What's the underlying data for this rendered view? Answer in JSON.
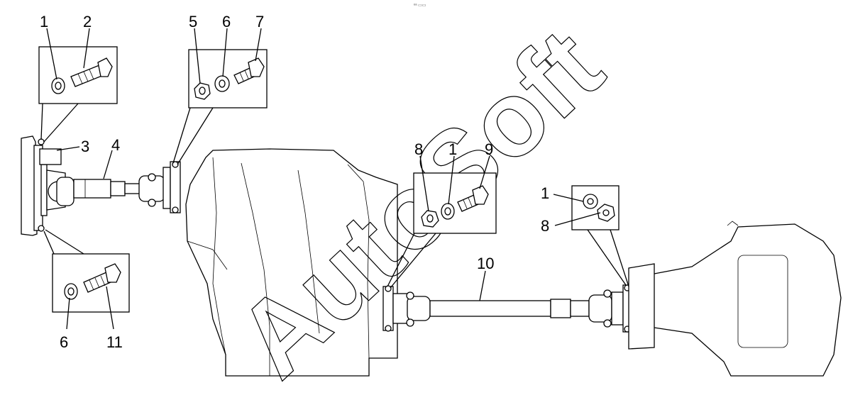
{
  "callouts": [
    "1",
    "2",
    "3",
    "4",
    "5",
    "6",
    "7",
    "8",
    "1",
    "9",
    "1",
    "8",
    "10",
    "6",
    "11"
  ],
  "watermark": "AutoSoft",
  "corner_mark": "ᵉᵃ ▭▭"
}
